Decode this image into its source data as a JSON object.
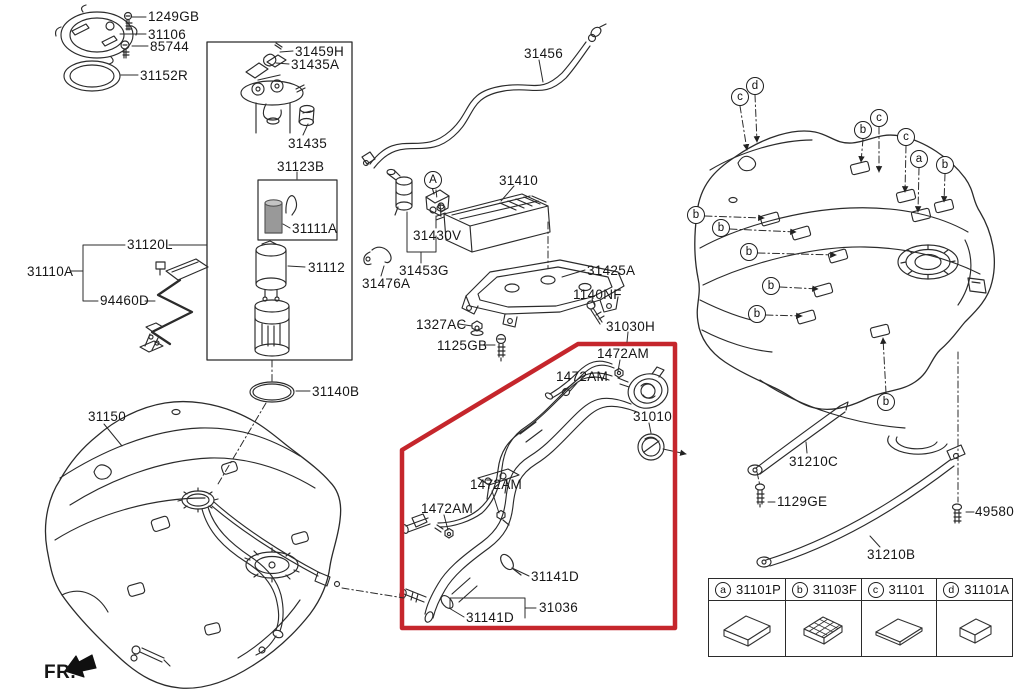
{
  "diagram": {
    "fr_label": "FR.",
    "highlight_color": "#c5262c",
    "line_color": "#2b2b2b"
  },
  "parts": {
    "1249GB": "1249GB",
    "31106": "31106",
    "85744": "85744",
    "31152R": "31152R",
    "31459H": "31459H",
    "31435A": "31435A",
    "31435": "31435",
    "31123B": "31123B",
    "31111A": "31111A",
    "31112": "31112",
    "31140B": "31140B",
    "31120L": "31120L",
    "31110A": "31110A",
    "94460D": "94460D",
    "31456": "31456",
    "31410": "31410",
    "31430V": "31430V",
    "31453G": "31453G",
    "31476A": "31476A",
    "31425A": "31425A",
    "1140NF": "1140NF",
    "1327AC": "1327AC",
    "1125GB": "1125GB",
    "31030H": "31030H",
    "1472AM": "1472AM",
    "31010": "31010",
    "31141D": "31141D",
    "31036": "31036",
    "31150": "31150",
    "31210C": "31210C",
    "1129GE": "1129GE",
    "49580": "49580",
    "31210B": "31210B"
  },
  "letters": {
    "a": "a",
    "b": "b",
    "c": "c",
    "d": "d",
    "A": "A"
  },
  "legend": {
    "items": [
      {
        "letter": "a",
        "part": "31101P"
      },
      {
        "letter": "b",
        "part": "31103F"
      },
      {
        "letter": "c",
        "part": "31101"
      },
      {
        "letter": "d",
        "part": "31101A"
      }
    ]
  }
}
